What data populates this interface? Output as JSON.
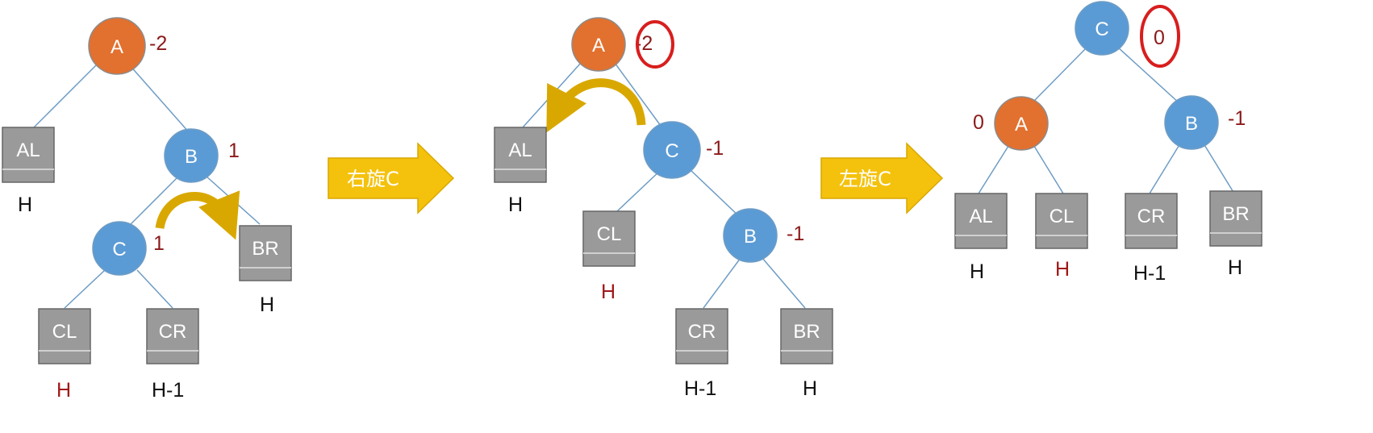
{
  "colors": {
    "orange_node": "#E2702F",
    "blue_node": "#5B9BD5",
    "leaf_box": "#9A9A9A",
    "edge": "#6E9CC4",
    "balance_factor": "#8B1A1A",
    "height_normal": "#111111",
    "height_highlight": "#A01818",
    "block_arrow": "#F4C20D",
    "curved_arrow": "#D9A800",
    "annotation_circle": "#D81E1E"
  },
  "step1": {
    "nodes": {
      "a": "A",
      "b": "B",
      "c": "C"
    },
    "balance": {
      "a": "-2",
      "b": "1",
      "c": "1"
    },
    "leaves": {
      "al": "AL",
      "br": "BR",
      "cl": "CL",
      "cr": "CR"
    },
    "heights": {
      "al": "H",
      "br": "H",
      "cl": "H",
      "cr": "H-1"
    }
  },
  "arrow1": {
    "label": "右旋C"
  },
  "step2": {
    "nodes": {
      "a": "A",
      "c": "C",
      "b": "B"
    },
    "balance": {
      "a": "-2",
      "c": "-1",
      "b": "-1"
    },
    "leaves": {
      "al": "AL",
      "cl": "CL",
      "cr": "CR",
      "br": "BR"
    },
    "heights": {
      "al": "H",
      "cl": "H",
      "cr": "H-1",
      "br": "H"
    }
  },
  "arrow2": {
    "label": "左旋C"
  },
  "step3": {
    "nodes": {
      "c": "C",
      "a": "A",
      "b": "B"
    },
    "balance": {
      "c": "0",
      "a": "0",
      "b": "-1"
    },
    "leaves": {
      "al": "AL",
      "cl": "CL",
      "cr": "CR",
      "br": "BR"
    },
    "heights": {
      "al": "H",
      "cl": "H",
      "cr": "H-1",
      "br": "H"
    }
  }
}
